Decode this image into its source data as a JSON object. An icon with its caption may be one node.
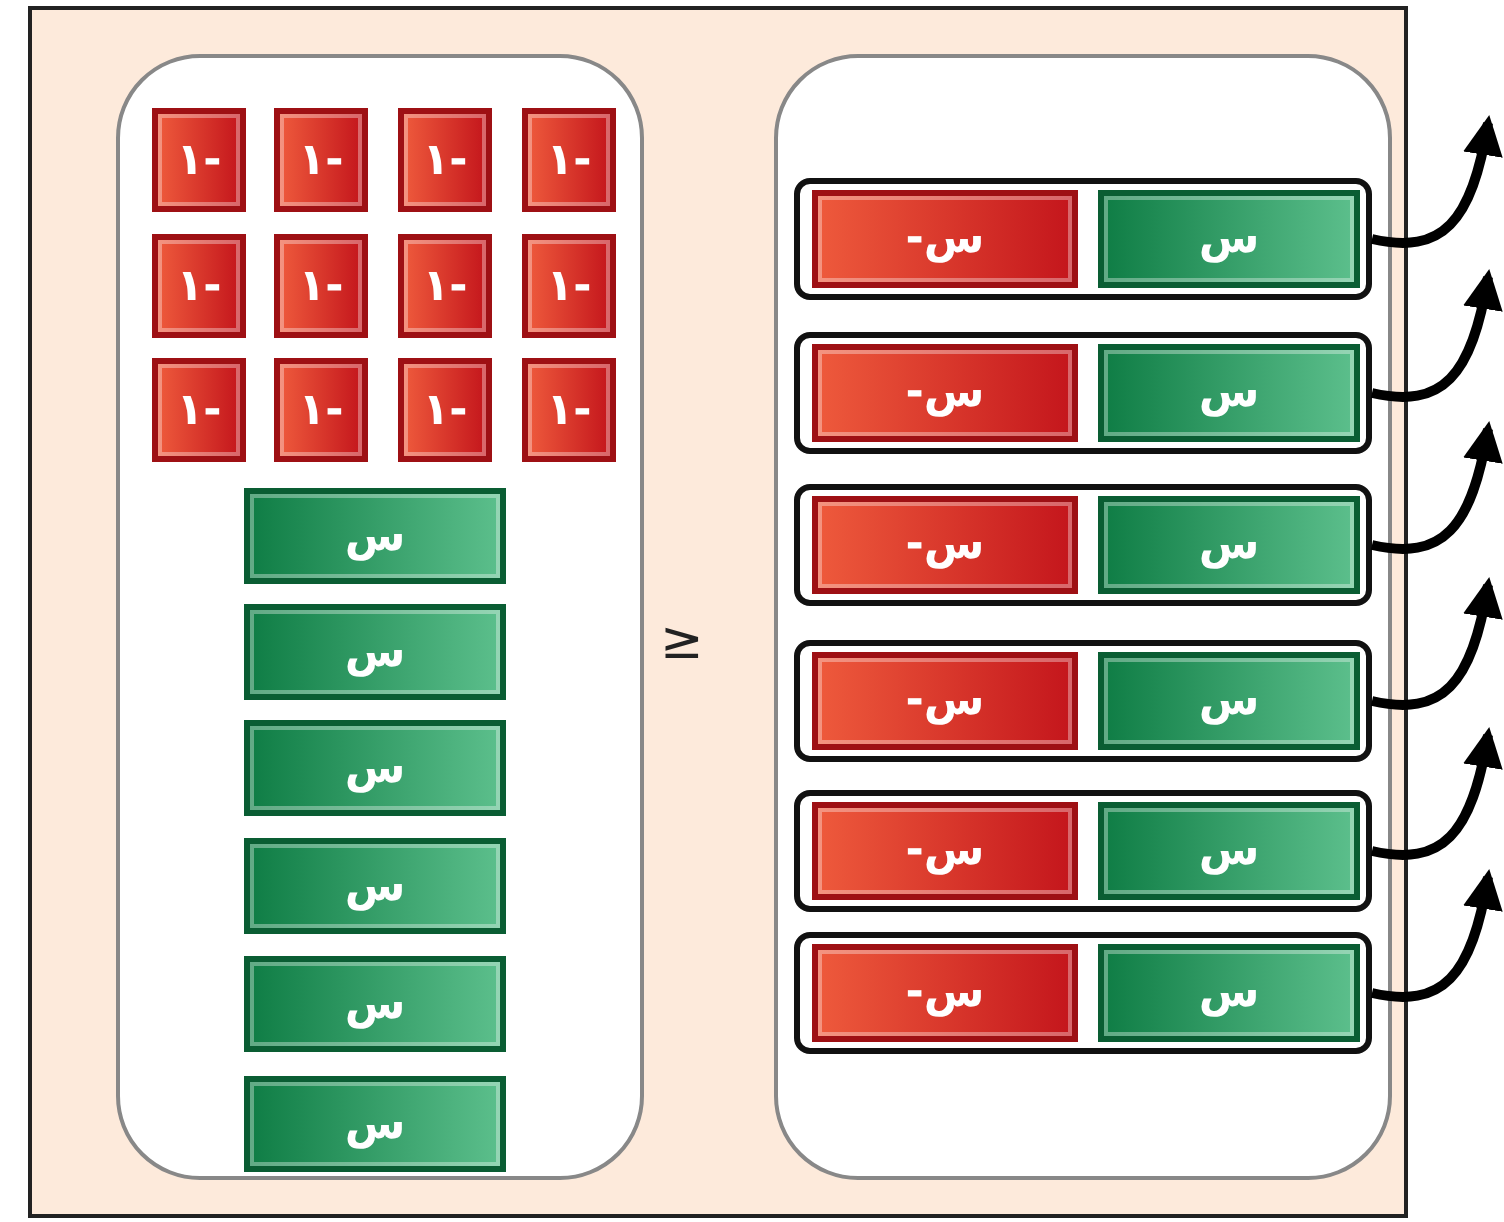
{
  "diagram": {
    "nodes": [
      {
        "text": [],
        "shape": "box"
      },
      {
        "text": [
          "١-"
        ],
        "in": 0
      },
      {
        "text": [
          "١-"
        ],
        "in": 0
      },
      {
        "text": [
          "١-"
        ],
        "in": 0
      },
      {
        "text": [
          "١-"
        ],
        "in": 0
      },
      {
        "text": [
          "١-"
        ],
        "in": 0
      },
      {
        "text": [
          "١-"
        ],
        "in": 0
      },
      {
        "text": [
          "١-"
        ],
        "in": 0
      },
      {
        "text": [
          "١-"
        ],
        "in": 0
      },
      {
        "text": [
          "١-"
        ],
        "in": 0
      },
      {
        "text": [
          "١-"
        ],
        "in": 0
      },
      {
        "text": [
          "١-"
        ],
        "in": 0
      },
      {
        "text": [
          "١-"
        ],
        "in": 0
      },
      {
        "text": [
          "س"
        ],
        "in": 0
      },
      {
        "text": [
          "س"
        ],
        "in": 0
      },
      {
        "text": [
          "س"
        ],
        "in": 0
      },
      {
        "text": [
          "س"
        ],
        "in": 0
      },
      {
        "text": [
          "س"
        ],
        "in": 0
      },
      {
        "text": [
          "س"
        ],
        "in": 0
      },
      {
        "text": [],
        "shape": "box"
      },
      {
        "text": [],
        "shape": "box",
        "in": 19
      },
      {
        "text": [
          "-س"
        ],
        "in": 20
      },
      {
        "text": [
          "س"
        ],
        "in": 20
      },
      {
        "text": [],
        "shape": "box",
        "in": 19
      },
      {
        "text": [
          "-س"
        ],
        "in": 23
      },
      {
        "text": [
          "س"
        ],
        "in": 23
      },
      {
        "text": [],
        "shape": "box",
        "in": 19
      },
      {
        "text": [
          "-س"
        ],
        "in": 26
      },
      {
        "text": [
          "س"
        ],
        "in": 26
      },
      {
        "text": [],
        "shape": "box",
        "in": 19
      },
      {
        "text": [
          "-س"
        ],
        "in": 29
      },
      {
        "text": [
          "س"
        ],
        "in": 29
      },
      {
        "text": [],
        "shape": "box",
        "in": 19
      },
      {
        "text": [
          "-س"
        ],
        "in": 32
      },
      {
        "text": [
          "س"
        ],
        "in": 32
      },
      {
        "text": [],
        "shape": "box",
        "in": 19
      },
      {
        "text": [
          "-س"
        ],
        "in": 35
      },
      {
        "text": [
          "س"
        ],
        "in": 35
      }
    ],
    "edges": [
      {
        "from": 20,
        "to": null,
        "arrow": "to"
      },
      {
        "from": 23,
        "to": null,
        "arrow": "to"
      },
      {
        "from": 26,
        "to": null,
        "arrow": "to"
      },
      {
        "from": 29,
        "to": null,
        "arrow": "to"
      },
      {
        "from": 32,
        "to": null,
        "arrow": "to"
      },
      {
        "from": 35,
        "to": null,
        "arrow": "to"
      }
    ],
    "labels": [
      "≥"
    ]
  }
}
